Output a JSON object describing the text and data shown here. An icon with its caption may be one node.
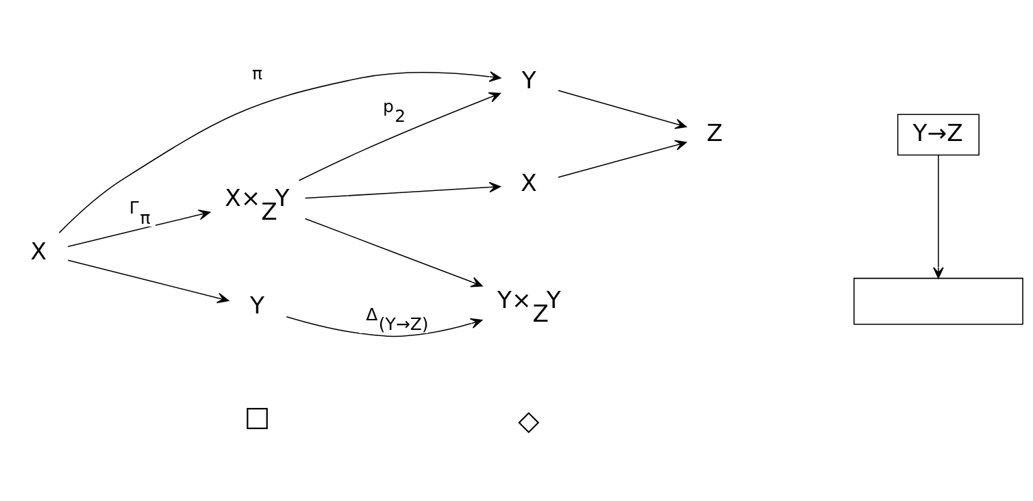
{
  "diagram": {
    "nodes": [
      {
        "text": [
          "X"
        ]
      },
      {
        "text": [
          "Y"
        ]
      },
      {
        "text": [
          "Y"
        ]
      },
      {
        "text": [
          "X×$_{Z}$Y"
        ]
      },
      {
        "text": [
          "Z"
        ]
      },
      {
        "text": [
          "Y×$_{Z}$Y"
        ]
      },
      {
        "text": [
          "X"
        ]
      },
      {
        "text": [
          "Y→Z"
        ]
      },
      {
        "text": [],
        "shape": "box"
      }
    ],
    "edges": [
      {
        "from": 0,
        "to": 1,
        "arrow": "to",
        "label": "π"
      },
      {
        "from": 0,
        "to": 3,
        "arrow": "to",
        "label": "Γ$_{π}$"
      },
      {
        "from": 0,
        "to": 2,
        "arrow": "to"
      },
      {
        "from": 3,
        "to": 1,
        "arrow": "to",
        "label": "p$_{2}$"
      },
      {
        "from": 1,
        "to": 4,
        "arrow": "to"
      },
      {
        "from": 3,
        "to": 5,
        "arrow": "to"
      },
      {
        "from": 3,
        "to": 6,
        "arrow": "to"
      },
      {
        "from": 6,
        "to": 4,
        "arrow": "to"
      },
      {
        "from": 2,
        "to": 5,
        "arrow": "to",
        "label": "Δ$_{(Y→Z)}$"
      },
      {
        "from": 7,
        "to": 8,
        "arrow": "to"
      }
    ],
    "labels": [
      "□",
      "◇"
    ]
  }
}
